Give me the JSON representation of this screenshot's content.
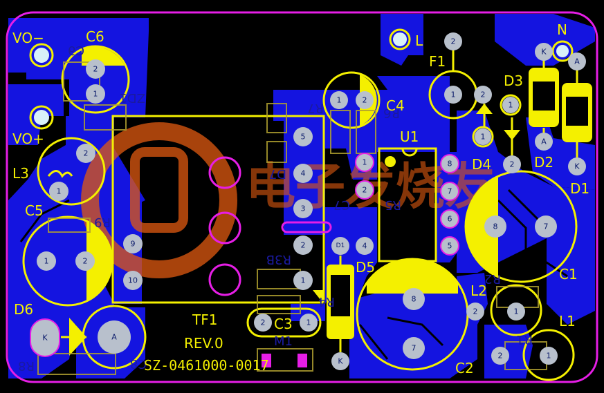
{
  "colors": {
    "background": "#000000",
    "copper": "#1414e0",
    "silkscreen": "#f4f000",
    "outline": "#e61ee6",
    "pad": "#b8c0cc",
    "pad_hole": "#d8f0f8",
    "watermark": "#e05a10"
  },
  "labels": {
    "vo_minus": "VO−",
    "vo_plus": "VO+",
    "c6": "C6",
    "c6_mirror": "C9",
    "zd1_mirror": "ZD1",
    "l3": "L3",
    "c5": "C5",
    "r9_mirror": "R9",
    "d6": "D6",
    "r8_mirror": "R8",
    "c8_mirror": "C8",
    "r7_mirror": "R7",
    "d7_mirror": "D7",
    "c7_mirror": "C7",
    "r3b_mirror": "R3B",
    "r4_mirror": "R4",
    "r6_mirror": "R6",
    "r5_mirror": "R5",
    "tf1": "TF1",
    "rev": "REV.0",
    "part_no": "SZ-0461000-0017",
    "c3": "C3",
    "m1_mirror": "M1",
    "l": "L",
    "f1": "F1",
    "c4": "C4",
    "u1": "U1",
    "d5": "D5",
    "c2": "C2",
    "n": "N",
    "d3": "D3",
    "d4": "D4",
    "d2": "D2",
    "d1": "D1",
    "c1": "C1",
    "l2": "L2",
    "r2_mirror": "R2",
    "l1": "L1",
    "r1_mirror": "R1",
    "watermark_text": "电子发烧友"
  },
  "pads": {
    "p1": "1",
    "p2": "2",
    "p3": "3",
    "p4": "4",
    "p5": "5",
    "p6": "6",
    "p7": "7",
    "p8": "8",
    "p9": "9",
    "p10": "10",
    "k": "K",
    "a": "A",
    "d1": "D1"
  }
}
